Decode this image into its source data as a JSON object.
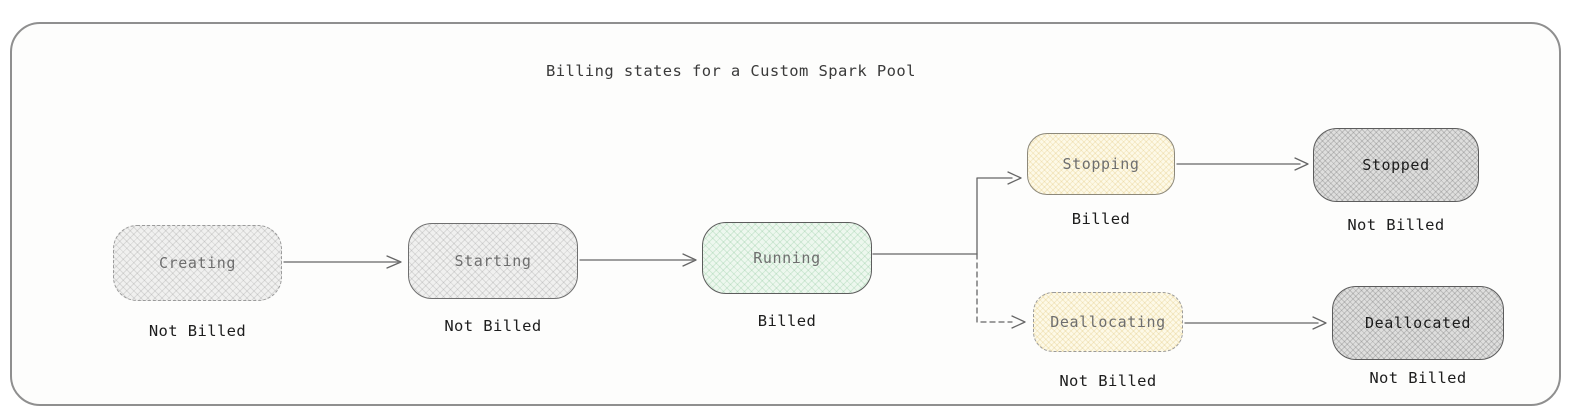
{
  "title": "Billing states for a Custom Spark Pool",
  "diagram": {
    "nodes": {
      "creating": {
        "label": "Creating",
        "billing": "Not Billed"
      },
      "starting": {
        "label": "Starting",
        "billing": "Not Billed"
      },
      "running": {
        "label": "Running",
        "billing": "Billed"
      },
      "stopping": {
        "label": "Stopping",
        "billing": "Billed"
      },
      "stopped": {
        "label": "Stopped",
        "billing": "Not Billed"
      },
      "deallocating": {
        "label": "Deallocating",
        "billing": "Not Billed"
      },
      "deallocated": {
        "label": "Deallocated",
        "billing": "Not Billed"
      }
    },
    "edges": [
      {
        "from": "Creating",
        "to": "Starting"
      },
      {
        "from": "Starting",
        "to": "Running"
      },
      {
        "from": "Running",
        "to": "Stopping"
      },
      {
        "from": "Running",
        "to": "Deallocating"
      },
      {
        "from": "Stopping",
        "to": "Stopped"
      },
      {
        "from": "Deallocating",
        "to": "Deallocated"
      }
    ],
    "colors": {
      "gray_fill": "#f0f0ef",
      "green_fill": "#edf7ee",
      "yellow_fill": "#fdf9e7",
      "dark_gray_fill": "#dededd",
      "border_gray": "#6f6f6f",
      "border_dashed": "#9b9b9b",
      "arrow": "#666666",
      "text_muted": "#6e6e6e",
      "text_dark": "#1d1d1d"
    }
  }
}
